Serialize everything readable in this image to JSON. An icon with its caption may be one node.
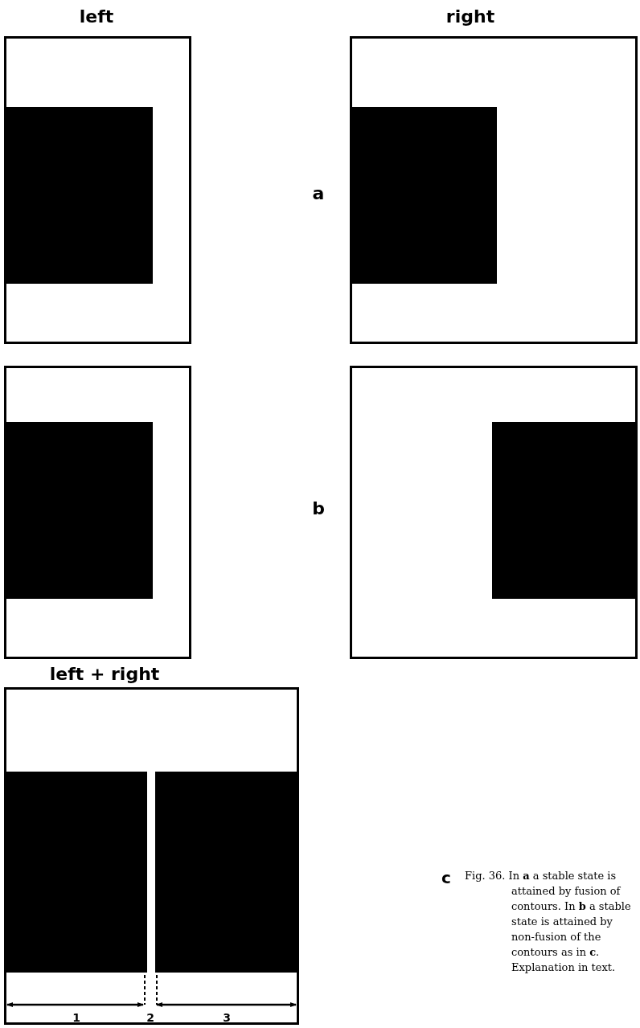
{
  "diagram": {
    "caption": "Fig. 36. In **a** a stable state is attained by fusion of contours. In **b** a stable state is attained by non-fusion of the contours as in **c**. Explanation in text.",
    "labels": [
      "left",
      "right",
      "a",
      "b",
      "left + right",
      "c",
      "1",
      "2",
      "3"
    ]
  }
}
